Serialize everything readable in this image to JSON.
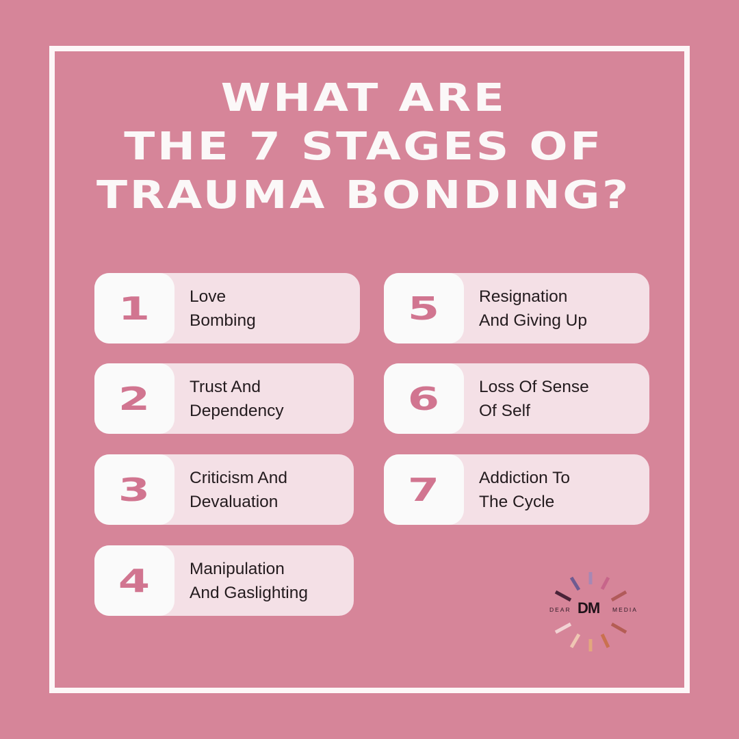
{
  "title": {
    "lines": [
      "WHAT ARE",
      "THE 7 STAGES OF",
      "TRAUMA BONDING?"
    ]
  },
  "stages": [
    {
      "number": "1",
      "lines": [
        "Love",
        "Bombing"
      ]
    },
    {
      "number": "2",
      "lines": [
        "Trust And",
        "Dependency"
      ]
    },
    {
      "number": "3",
      "lines": [
        "Criticism And",
        "Devaluation"
      ]
    },
    {
      "number": "4",
      "lines": [
        "Manipulation",
        "And Gaslighting"
      ]
    },
    {
      "number": "5",
      "lines": [
        "Resignation",
        "And Giving Up"
      ]
    },
    {
      "number": "6",
      "lines": [
        "Loss Of Sense",
        "Of Self"
      ]
    },
    {
      "number": "7",
      "lines": [
        "Addiction To",
        "The Cycle"
      ]
    }
  ],
  "logo": {
    "left": "DEAR",
    "center": "DM",
    "right": "MEDIA"
  },
  "colors": {
    "background": "#d68599",
    "frame": "#fdf7f8",
    "card": "#f4e0e6",
    "number_box": "#fafafa",
    "number_text": "#d17590",
    "label_text": "#231b1e"
  }
}
